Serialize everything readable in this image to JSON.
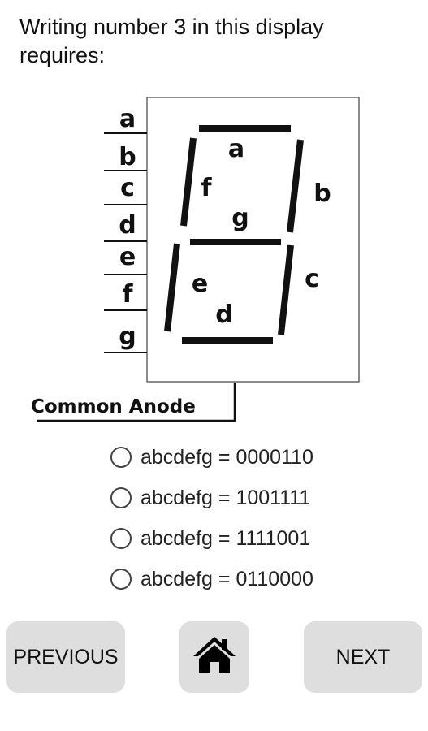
{
  "question": {
    "text": "Writing number 3 in this display requires:"
  },
  "diagram": {
    "pin_labels": [
      "a",
      "b",
      "c",
      "d",
      "e",
      "f",
      "g"
    ],
    "segment_labels": {
      "a": "a",
      "b": "b",
      "c": "c",
      "d": "d",
      "e": "e",
      "f": "f",
      "g": "g"
    },
    "caption": "Common Anode"
  },
  "options": [
    {
      "label": "abcdefg = 0000110",
      "selected": false
    },
    {
      "label": "abcdefg = 1001111",
      "selected": false
    },
    {
      "label": "abcdefg = 1111001",
      "selected": false
    },
    {
      "label": "abcdefg = 0110000",
      "selected": false
    }
  ],
  "navigation": {
    "previous_label": "PREVIOUS",
    "home_icon": "home-icon",
    "next_label": "NEXT"
  }
}
